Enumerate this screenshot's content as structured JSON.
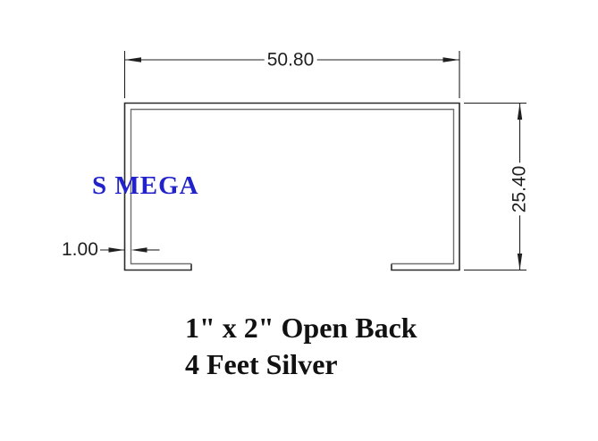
{
  "drawing": {
    "brand": "S MEGA",
    "dimensions": {
      "width_mm": "50.80",
      "height_mm": "25.40",
      "thickness_mm": "1.00"
    },
    "caption": {
      "line1": "1\" x 2\" Open Back",
      "line2": "4 Feet Silver"
    }
  },
  "colors": {
    "background": "#ffffff",
    "brand_blue": "#2222cc",
    "outline_dark": "#2a2a2a",
    "outline_inner": "#707070",
    "dimension_line": "#1f1f1f",
    "text_black": "#111111"
  }
}
